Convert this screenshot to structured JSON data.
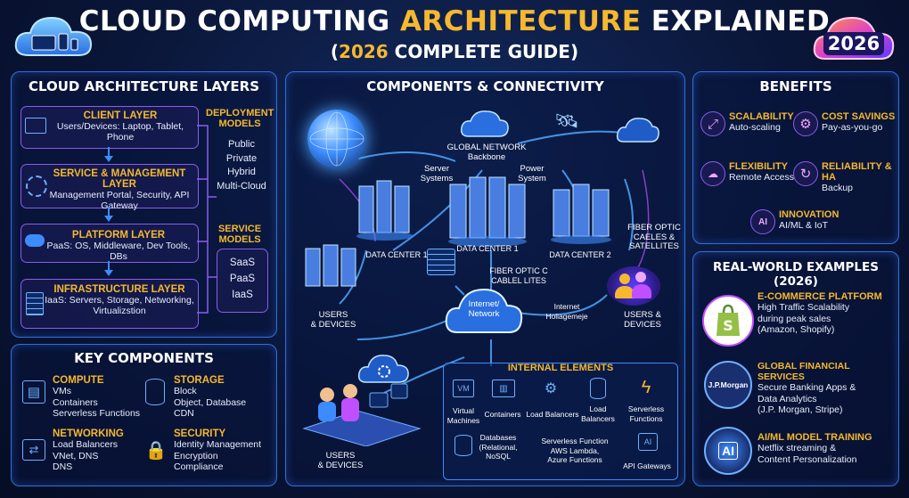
{
  "header": {
    "title_part1": "CLOUD COMPUTING ",
    "title_gold": "ARCHITECTURE",
    "title_part2": " EXPLAINED",
    "subtitle_open": "(",
    "subtitle_year": "2026",
    "subtitle_rest": " COMPLETE GUIDE)",
    "badge": "2026"
  },
  "layers_panel": {
    "title": "CLOUD ARCHITECTURE LAYERS",
    "layers": [
      {
        "name": "CLIENT LAYER",
        "desc": "Users/Devices: Laptop, Tablet, Phone"
      },
      {
        "name": "SERVICE & MANAGEMENT LAYER",
        "desc": "Management Portal, Security, API Gateway"
      },
      {
        "name": "PLATFORM LAYER",
        "desc": "PaaS: OS, Middleware, Dev Tools, DBs"
      },
      {
        "name": "INFRASTRUCTURE LAYER",
        "desc": "IaaS: Servers, Storage, Networking, Virtualizstion"
      }
    ],
    "deployment": {
      "title_l1": "DEPLOYMENT",
      "title_l2": "MODELS",
      "items": [
        "Public",
        "Private",
        "Hybrid",
        "Multi-Cloud"
      ]
    },
    "service": {
      "title_l1": "SERVICE",
      "title_l2": "MODELS",
      "items": [
        "SaaS",
        "PaaS",
        "IaaS"
      ]
    }
  },
  "key_components": {
    "title": "KEY COMPONENTS",
    "groups": [
      {
        "name": "COMPUTE",
        "items": [
          "VMs",
          "Containers",
          "Serverless Functions"
        ]
      },
      {
        "name": "STORAGE",
        "items": [
          "Block",
          "Object, Database",
          "CDN"
        ]
      },
      {
        "name": "NETWORKING",
        "items": [
          "Load Balancers",
          "VNet, DNS",
          "DNS"
        ]
      },
      {
        "name": "SECURITY",
        "items": [
          "Identity Management",
          "Encryption",
          "Compliance"
        ]
      }
    ]
  },
  "center": {
    "title": "COMPONENTS & CONNECTIVITY",
    "global_network": "GLOBAL NETWORK",
    "backbone": "Backbone",
    "server_systems_l1": "Server",
    "server_systems_l2": "Systems",
    "power_system_l1": "Power",
    "power_system_l2": "System",
    "dc1": "DATA CENTER 1",
    "dc1b": "DATA CENTER 1",
    "dc2": "DATA CENTER 2",
    "fiber_right_l1": "FIBER OPTIC",
    "fiber_right_l2": "CAELES &",
    "fiber_right_l3": "SATELLITES",
    "fiber_center_l1": "FIBER OPTIC C",
    "fiber_center_l2": "CABLEL LITES",
    "internet_l1": "Internet/",
    "internet_l2": "Network",
    "internet_small_l1": "Internet",
    "internet_small_l2": "Holiagemeje",
    "users_left_l1": "USERS",
    "users_left_l2": "& DEVICES",
    "users_right_l1": "USERS &",
    "users_right_l2": "DEVICES",
    "users_bottom_l1": "USERS",
    "users_bottom_l2": "& DEVICES",
    "internal": {
      "title": "INTERNAL ELEMENTS",
      "row1": [
        {
          "icon": "VM",
          "label_l1": "Virtual",
          "label_l2": "Machines"
        },
        {
          "icon": "",
          "label_l1": "Containers",
          "label_l2": ""
        },
        {
          "icon": "",
          "label_l1": "Load Balancers",
          "label_l2": ""
        },
        {
          "icon": "",
          "label_l1": "Load",
          "label_l2": "Balancers"
        },
        {
          "icon": "",
          "label_l1": "Serverless",
          "label_l2": "Functions"
        }
      ],
      "db_l1": "Databases",
      "db_l2": "(Relational,",
      "db_l3": "NoSQL",
      "sf_l1": "Serverless Function",
      "sf_l2": "AWS Lambda,",
      "sf_l3": "Azure Functions",
      "api": "API Gateways",
      "ai_icon": "AI"
    }
  },
  "benefits": {
    "title": "BENEFITS",
    "items": [
      {
        "name": "SCALABILITY",
        "desc": "Auto-scaling"
      },
      {
        "name": "COST SAVINGS",
        "desc": "Pay-as-you-go"
      },
      {
        "name": "FLEXIBILITY",
        "desc": "Remote Access"
      },
      {
        "name": "RELIABILITY & HA",
        "desc": "Backup"
      },
      {
        "name": "INNOVATION",
        "desc": "AI/ML & IoT"
      }
    ],
    "ai_icon": "AI"
  },
  "examples": {
    "title": "REAL-WORLD EXAMPLES (2026)",
    "items": [
      {
        "name": "E-COMMERCE PLATFORM",
        "d1": "High Traffic Scalability",
        "d2": "during peak sales",
        "d3": "(Amazon, Shopify)"
      },
      {
        "name": "GLOBAL FINANCIAL SERVICES",
        "d1": "Secure Banking Apps &",
        "d2": "Data Analytics",
        "d3": "(J.P. Morgan, Stripe)",
        "logo": "J.P.Morgan"
      },
      {
        "name": "AI/ML MODEL TRAINING",
        "d1": "Netflix streaming &",
        "d2": "Content Personalization",
        "d3": "",
        "logo": "AI"
      }
    ]
  },
  "colors": {
    "accent_gold": "#f5b82e",
    "panel_border": "#2f6fe0",
    "layer_border": "#8a5cf0",
    "background": "#0a1638"
  }
}
